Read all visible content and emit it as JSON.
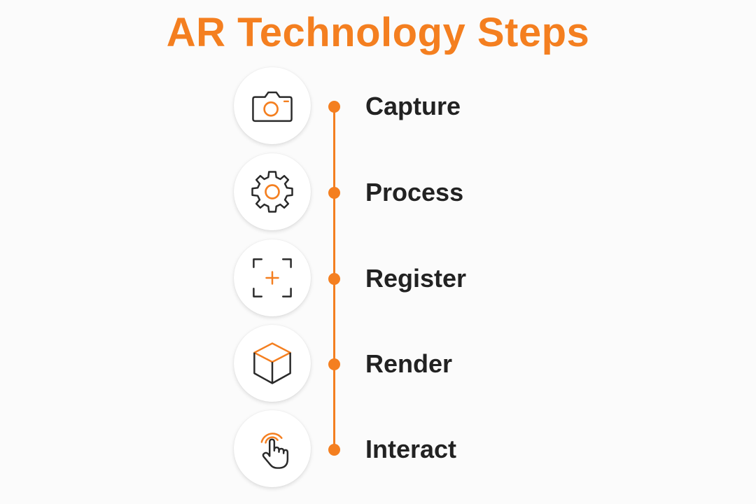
{
  "title": "AR Technology Steps",
  "colors": {
    "accent": "#f47f20",
    "icon_dark": "#2a2a2a",
    "text": "#222222"
  },
  "steps": [
    {
      "label": "Capture",
      "icon": "camera-icon"
    },
    {
      "label": "Process",
      "icon": "gear-icon"
    },
    {
      "label": "Register",
      "icon": "viewfinder-target-icon"
    },
    {
      "label": "Render",
      "icon": "cube-icon"
    },
    {
      "label": "Interact",
      "icon": "touch-hand-icon"
    }
  ]
}
